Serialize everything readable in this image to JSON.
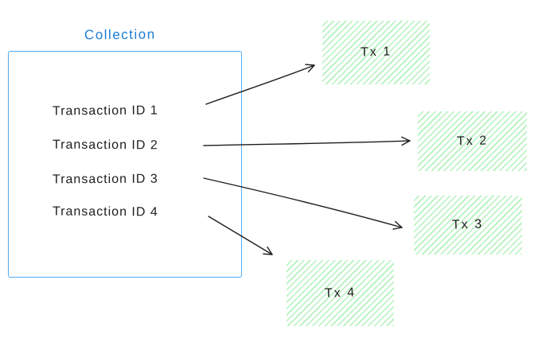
{
  "colors": {
    "collection_border": "#4dabf7",
    "collection_title": "#1c7ed6",
    "tx_hatch": "#b2f2bb",
    "ink": "#1e1e1e",
    "canvas_bg": "#ffffff"
  },
  "collection": {
    "title": "Collection",
    "items": [
      "Transaction ID 1",
      "Transaction ID 2",
      "Transaction ID 3",
      "Transaction ID 4"
    ]
  },
  "transactions": [
    "Tx 1",
    "Tx 2",
    "Tx 3",
    "Tx 4"
  ],
  "edges": [
    {
      "from": "Transaction ID 1",
      "to": "Tx 1"
    },
    {
      "from": "Transaction ID 2",
      "to": "Tx 2"
    },
    {
      "from": "Transaction ID 3",
      "to": "Tx 3"
    },
    {
      "from": "Transaction ID 4",
      "to": "Tx 4"
    }
  ]
}
